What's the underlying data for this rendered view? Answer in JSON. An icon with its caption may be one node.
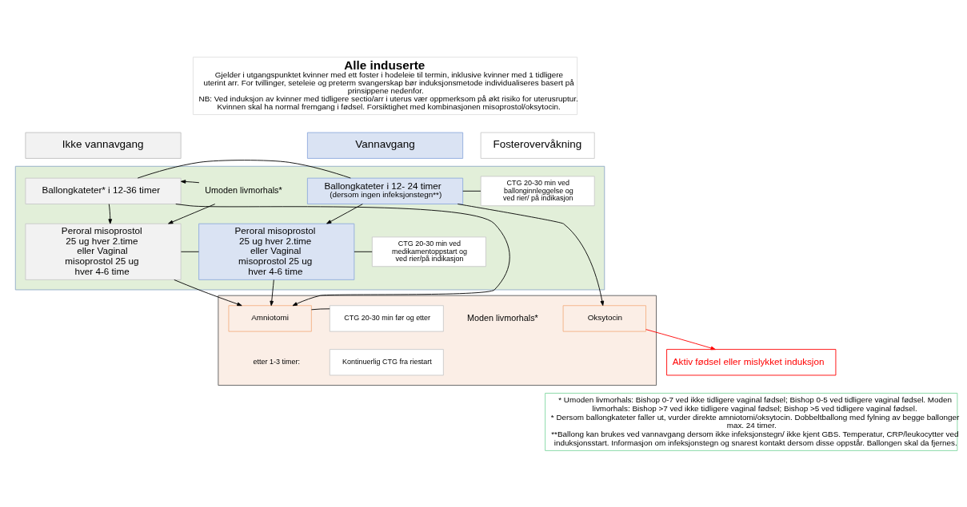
{
  "diagram": {
    "nodes": [
      {
        "text": [
          "Alle induserte",
          "Gjelder i utgangspunktet kvinner med ett foster i hodeleie til termin, inklusive kvinner med 1 tidligere uterint arr. For tvillinger, seteleie og preterm svangerskap bør induksjonsmetode individualiseres basert på prinsippene nedenfor.",
          "NB: Ved induksjon av kvinner med tidligere sectio/arr i uterus vær oppmerksom på økt risiko for uterusruptur. Kvinnen skal ha normal fremgang i fødsel. Forsiktighet med kombinasjonen misoprostol/oksytocin."
        ]
      },
      {
        "text": [
          "Ikke vannavgang"
        ]
      },
      {
        "text": [
          "Vannavgang"
        ]
      },
      {
        "text": [
          "Fosterovervåkning"
        ]
      },
      {
        "text": [],
        "shape": "box"
      },
      {
        "text": [
          "Umoden livmorhals*"
        ],
        "in": 4
      },
      {
        "text": [
          "Ballongkateter* i 12-36 timer"
        ],
        "in": 4
      },
      {
        "text": [
          "Ballongkateter i 12- 24 timer",
          "(dersom ingen infeksjonstegn**)"
        ],
        "in": 4
      },
      {
        "text": [
          "CTG 20-30 min ved ballonginnleggelse og ved rier/ på indikasjon"
        ],
        "in": 4
      },
      {
        "text": [
          "Peroral misoprostol 25 ug hver 2.time eller Vaginal misoprostol 25 ug hver 4-6 time"
        ],
        "in": 4
      },
      {
        "text": [
          "Peroral misoprostol 25 ug hver 2.time eller Vaginal misoprostol 25 ug hver 4-6 time"
        ],
        "in": 4
      },
      {
        "text": [
          "CTG 20-30 min ved medikamentoppstart og ved rier/på indikasjon"
        ],
        "in": 4
      },
      {
        "text": [],
        "shape": "box"
      },
      {
        "text": [
          "Moden livmorhals*"
        ],
        "in": 12
      },
      {
        "text": [
          "Amniotomi"
        ],
        "in": 12
      },
      {
        "text": [
          "CTG 20-30 min før og etter"
        ],
        "in": 12
      },
      {
        "text": [
          "Oksytocin"
        ],
        "in": 12
      },
      {
        "text": [
          "Kontinuerlig CTG fra riestart"
        ],
        "in": 12
      },
      {
        "text": [
          "Aktiv fødsel eller mislykket induksjon"
        ]
      },
      {
        "text": [
          "* Umoden livmorhals: Bishop 0-7 ved ikke tidligere vaginal fødsel; Bishop 0-5 ved tidligere vaginal fødsel. Moden livmorhals: Bishop >7 ved ikke tidligere vaginal fødsel; Bishop >5 ved tidligere vaginal fødsel.",
          "* Dersom ballongkateter faller ut, vurder direkte amniotomi/oksytocin. Dobbeltballong med fylning av begge ballonger max. 24 timer.",
          "**Ballong kan brukes ved vannavgang dersom ikke infeksjonstegn/ ikke kjent GBS. Temperatur, CRP/leukocytter ved induksjonsstart. Informasjon om infeksjonstegn og snarest kontakt dersom disse oppstår. Ballongen skal da fjernes."
        ]
      }
    ],
    "edges": [
      {
        "from": 5,
        "to": 6,
        "arrow": "to"
      },
      {
        "from": 5,
        "to": 9,
        "arrow": "to"
      },
      {
        "from": 6,
        "to": 9,
        "arrow": "to"
      },
      {
        "from": 7,
        "to": 10,
        "arrow": "to"
      },
      {
        "from": 6,
        "to": 7,
        "arrow": "none"
      },
      {
        "from": 7,
        "to": 8,
        "arrow": "none"
      },
      {
        "from": 9,
        "to": 10,
        "arrow": "none"
      },
      {
        "from": 10,
        "to": 11,
        "arrow": "none"
      },
      {
        "from": 6,
        "to": 14,
        "arrow": "to"
      },
      {
        "from": 9,
        "to": 14,
        "arrow": "to"
      },
      {
        "from": 7,
        "to": 16,
        "arrow": "to"
      },
      {
        "from": 10,
        "to": 14,
        "arrow": "to"
      },
      {
        "from": 14,
        "to": 15,
        "arrow": "none"
      },
      {
        "from": 16,
        "to": 18,
        "arrow": "to",
        "color": "#ff0000"
      }
    ],
    "labels": [
      "etter 1-3 timer:"
    ]
  }
}
